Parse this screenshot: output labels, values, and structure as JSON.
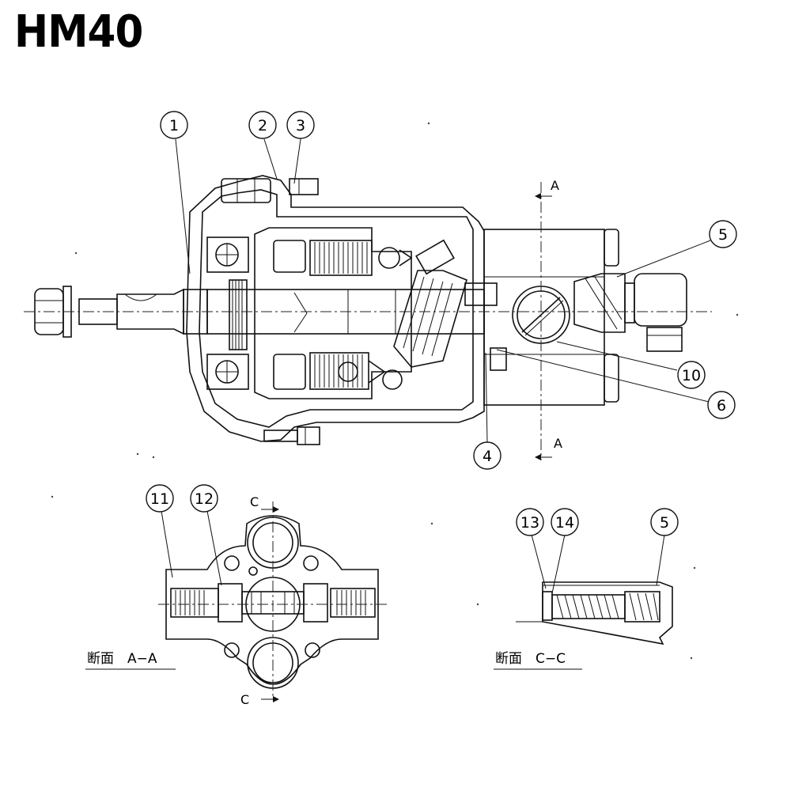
{
  "title": "HM40",
  "section_labels": {
    "aa": "断面　A−A",
    "cc": "断面　C−C"
  },
  "cut_letters": {
    "a_top": "A",
    "a_bottom": "A",
    "c_top": "C",
    "c_bottom": "C"
  },
  "callouts": [
    {
      "id": "1",
      "label": "1"
    },
    {
      "id": "2",
      "label": "2"
    },
    {
      "id": "3",
      "label": "3"
    },
    {
      "id": "5",
      "label": "5"
    },
    {
      "id": "10",
      "label": "10"
    },
    {
      "id": "6",
      "label": "6"
    },
    {
      "id": "4",
      "label": "4"
    },
    {
      "id": "11",
      "label": "11"
    },
    {
      "id": "12",
      "label": "12"
    },
    {
      "id": "13",
      "label": "13"
    },
    {
      "id": "14",
      "label": "14"
    },
    {
      "id": "5b",
      "label": "5"
    }
  ]
}
